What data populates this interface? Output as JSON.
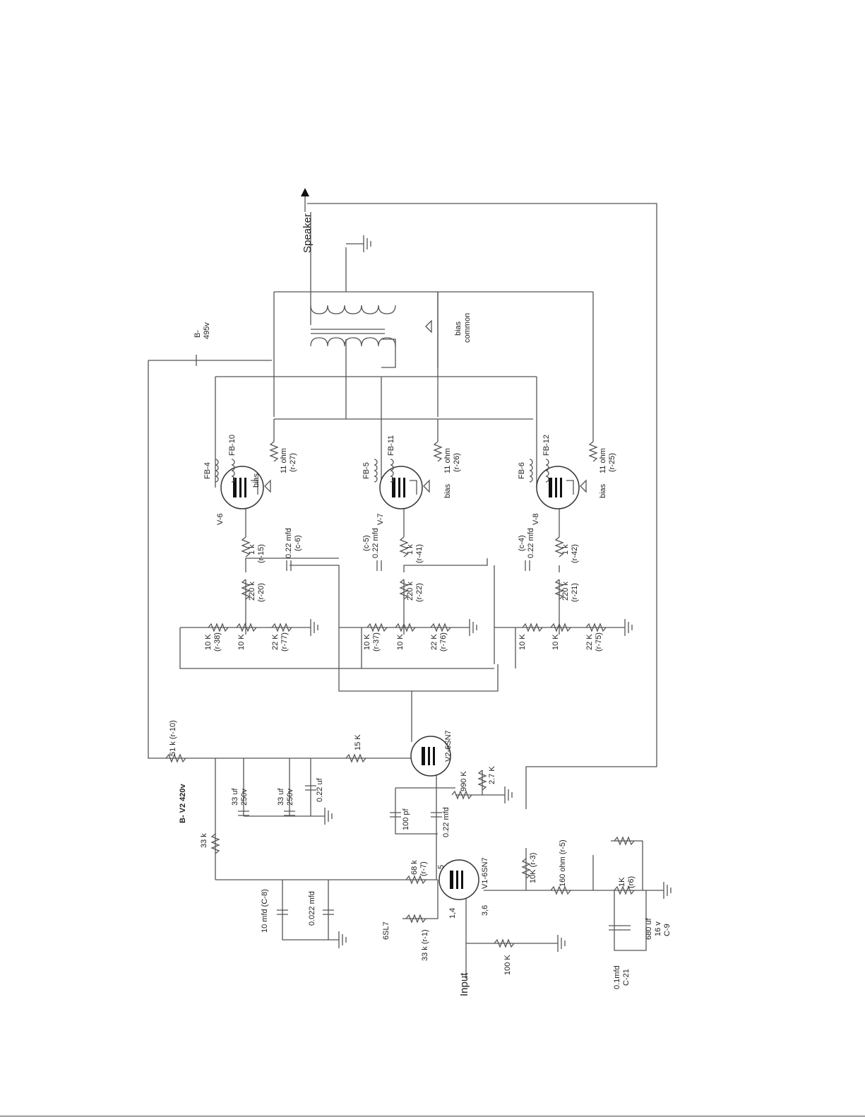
{
  "labels": {
    "speaker": "Speaker",
    "input": "Input",
    "b_minus_top": "B-",
    "b_minus_top_v": "495v",
    "b_minus_v2": "B- V2 420v",
    "bias_common_1": "bias",
    "bias_common_2": "common"
  },
  "tubes": {
    "v1": "V1-6SN7",
    "v2": "V2-6SN7",
    "v6": "V-6",
    "v7": "V-7",
    "v8": "V-8",
    "v1_pin5": "5",
    "v1_pin14": "1,4",
    "v1_pin36": "3,6",
    "alt_tube": "6SL7"
  },
  "output_stages": [
    {
      "fb_a": "FB-4",
      "fb_b": "FB-10",
      "r_screen": "11 ohm",
      "r_screen_id": "(r-27)",
      "bias": "bias",
      "r_grid": "1 k",
      "r_grid_id": "(r-15)",
      "cap": "0.22 mfd",
      "cap_id": "(c-6)",
      "r_220": "220 k",
      "r_220_id": "(r-20)",
      "r_10k_a": "10 K",
      "r_10k_a_id": "(r-38)",
      "pot": "10 K",
      "r_22k": "22 K",
      "r_22k_id": "(r-77)"
    },
    {
      "fb_a": "FB-5",
      "fb_b": "FB-11",
      "r_screen": "11 ohm",
      "r_screen_id": "(r-26)",
      "bias": "bias",
      "r_grid": "1 k",
      "r_grid_id": "(r-41)",
      "cap": "0.22 mfd",
      "cap_id": "(c-5)",
      "r_220": "220 k",
      "r_220_id": "(r-22)",
      "r_10k_a": "10 K",
      "r_10k_a_id": "(r-37)",
      "pot": "10 K",
      "r_22k": "22 K",
      "r_22k_id": "(r-76)"
    },
    {
      "fb_a": "FB-6",
      "fb_b": "FB-12",
      "r_screen": "11 ohm",
      "r_screen_id": "(r-25)",
      "bias": "bias",
      "r_grid": "1 k",
      "r_grid_id": "(r-42)",
      "cap": "0.22 mfd",
      "cap_id": "(c-4)",
      "r_220": "220 k",
      "r_220_id": "(r-21)",
      "r_10k_a": "10 K",
      "r_10k_a_id": "",
      "pot": "10 K",
      "r_22k": "22 K",
      "r_22k_id": "(r-75)"
    }
  ],
  "driver": {
    "r51k": "51 k (r-10)",
    "r15k": "15 K",
    "c33a": "33 uf",
    "c33a_v": "250v",
    "c33b": "33 uf",
    "c33b_v": "250v",
    "c022": "0.22 uf",
    "r33k": "33 k",
    "r990k": "990 K",
    "r27k": "2.7 K",
    "c100pf": "100 pf",
    "c022mfd": "0.22 mfd"
  },
  "input_stage": {
    "c10": "10 mfd (C-8)",
    "c0022": "0.022 mfd",
    "r68k": "68 k",
    "r68k_id": "(r-7)",
    "r33k1": "33 k (r-1)",
    "r100k": "100 K",
    "r10k_r3": "10K (r-3)",
    "r160": "160 ohm (r-5)",
    "r1k": "1K",
    "r1k_id": "(r6)",
    "c680": "680 uf",
    "c680_v": "16 v",
    "c680_id": "C-9",
    "c01": "0.1mfd",
    "c01_id": "C-21"
  }
}
